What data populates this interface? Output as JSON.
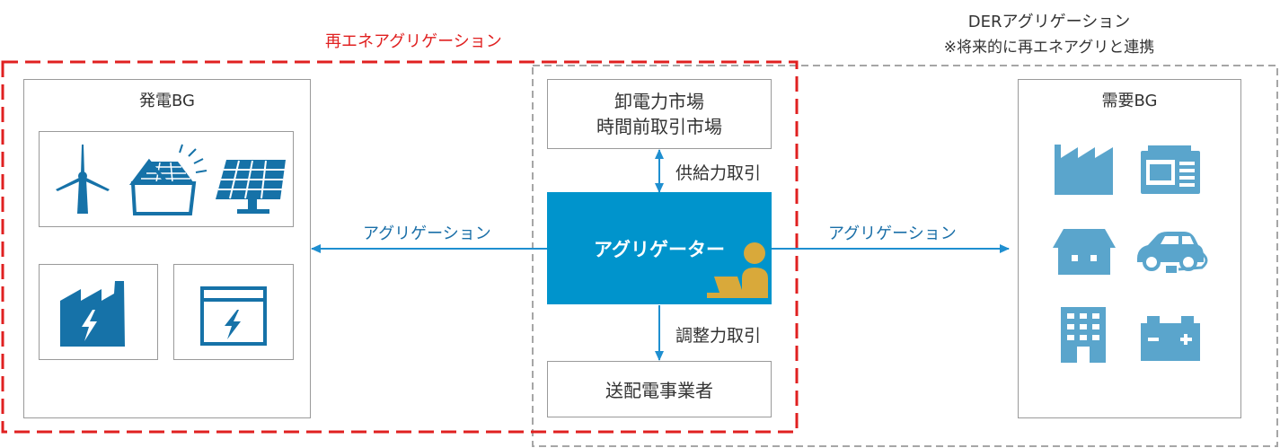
{
  "renewable_label": "再エネアグリゲーション",
  "der_label": {
    "line1": "DERアグリゲーション",
    "line2": "※将来的に再エネアグリと連携"
  },
  "generation": {
    "title": "発電BG"
  },
  "market_box": {
    "line1": "卸電力市場",
    "line2": "時間前取引市場"
  },
  "supply_trade": "供給力取引",
  "adjust_trade": "調整力取引",
  "aggregator": "アグリゲーター",
  "transmission": "送配電事業者",
  "aggregation_left": "アグリゲーション",
  "aggregation_right": "アグリゲーション",
  "demand": {
    "title": "需要BG"
  },
  "colors": {
    "renewable_border": "#e02020",
    "der_border": "#a6a6a6",
    "aggregator_fill": "#0094cc",
    "arrow": "#1f8fd0",
    "generation_icon": "#1672a8",
    "demand_icon": "#5aa5cc",
    "person_icon": "#d9a93a"
  }
}
